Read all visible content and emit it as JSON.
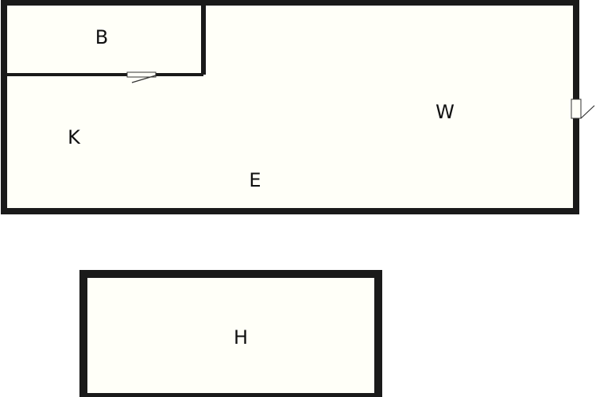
{
  "floorplan": {
    "labels": {
      "b": "B",
      "w": "W",
      "k": "K",
      "e": "E",
      "h": "H"
    },
    "colors": {
      "wall": "#1a1a1a",
      "floor": "#fffff8",
      "background": "#ffffff",
      "door": "#333333"
    }
  }
}
